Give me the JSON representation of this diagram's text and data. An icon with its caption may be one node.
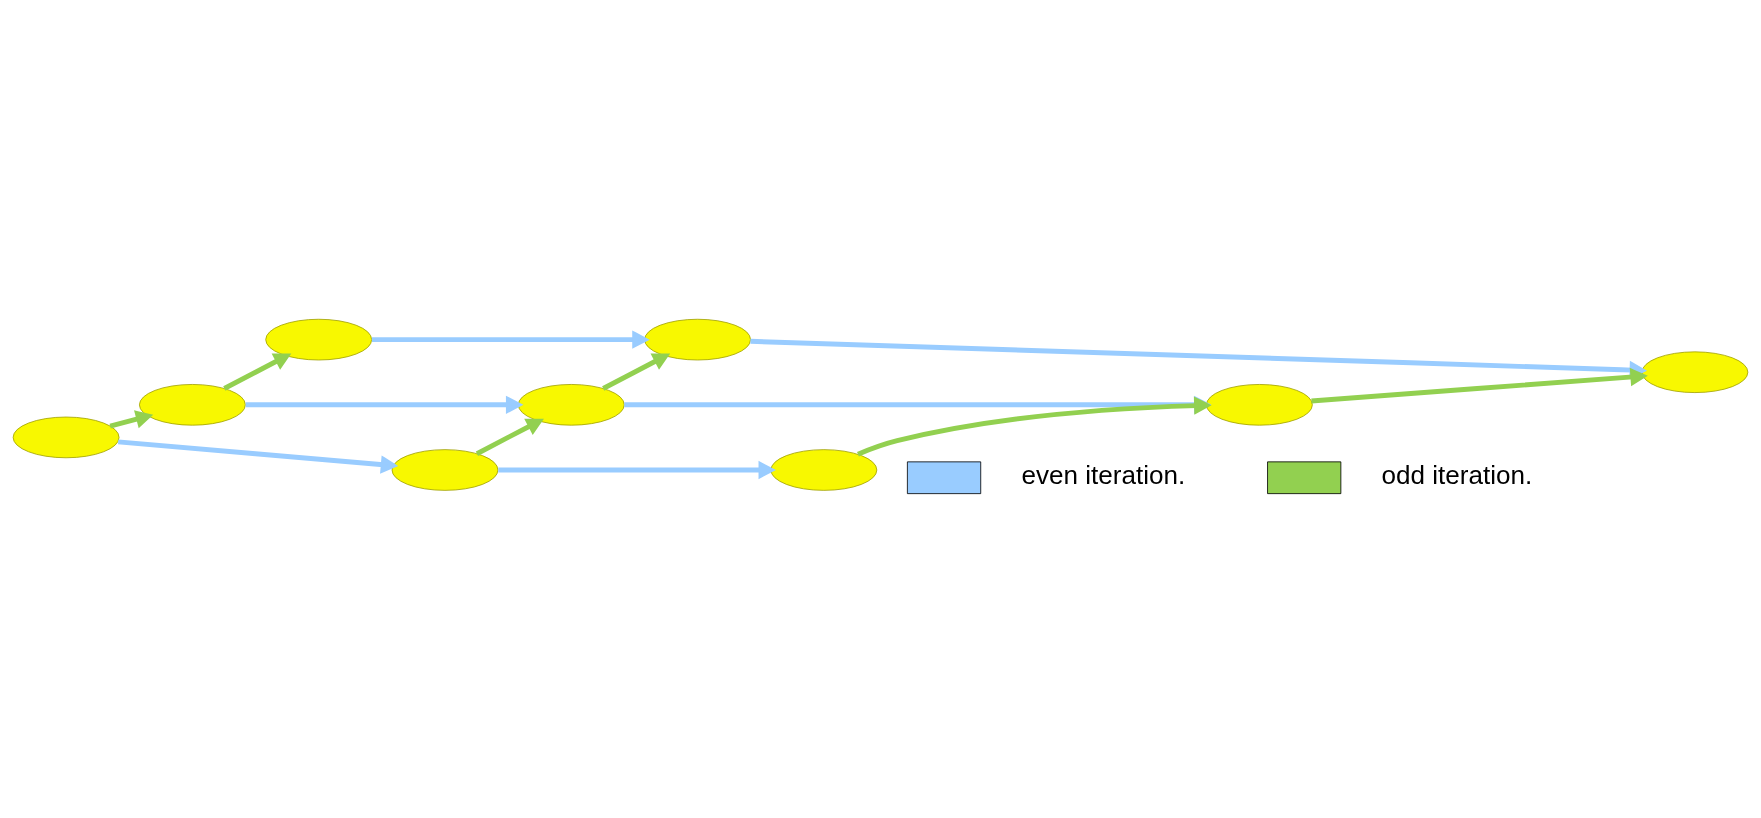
{
  "diagram": {
    "nodes": [
      {
        "text": [],
        "shape": "disc"
      },
      {
        "text": [],
        "shape": "disc"
      },
      {
        "text": [],
        "shape": "disc"
      },
      {
        "text": [],
        "shape": "disc"
      },
      {
        "text": [],
        "shape": "disc"
      },
      {
        "text": [],
        "shape": "disc"
      },
      {
        "text": [],
        "shape": "disc"
      },
      {
        "text": [],
        "shape": "disc"
      },
      {
        "text": [],
        "shape": "disc"
      }
    ],
    "edges": [
      {
        "from": 0,
        "to": 1,
        "arrow": "to",
        "color": "#99ccff"
      },
      {
        "from": 1,
        "to": 2,
        "arrow": "to",
        "color": "#99ccff"
      },
      {
        "from": 6,
        "to": 3,
        "arrow": "to",
        "color": "#92d050"
      },
      {
        "from": 3,
        "to": 0,
        "arrow": "to",
        "color": "#92d050"
      },
      {
        "from": 7,
        "to": 4,
        "arrow": "to",
        "color": "#92d050"
      },
      {
        "from": 4,
        "to": 1,
        "arrow": "to",
        "color": "#92d050"
      },
      {
        "from": 8,
        "to": 5,
        "arrow": "to",
        "color": "#92d050"
      },
      {
        "from": 5,
        "to": 2,
        "arrow": "to",
        "color": "#92d050"
      },
      {
        "from": 3,
        "to": 4,
        "arrow": "to",
        "color": "#99ccff"
      },
      {
        "from": 4,
        "to": 5,
        "arrow": "to",
        "color": "#99ccff"
      },
      {
        "from": 6,
        "to": 7,
        "arrow": "to",
        "color": "#99ccff"
      },
      {
        "from": 7,
        "to": 8,
        "arrow": "to",
        "color": "#99ccff"
      }
    ],
    "legend": [
      {
        "text": "even iteration.",
        "color": "#99ccff"
      },
      {
        "text": "odd iteration.",
        "color": "#92d050"
      }
    ]
  }
}
